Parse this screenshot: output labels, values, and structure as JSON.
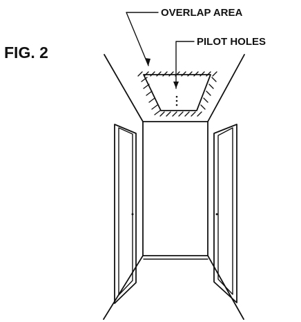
{
  "figure": {
    "title": "FIG. 2",
    "callouts": {
      "overlap_area": "OVERLAP AREA",
      "pilot_holes": "PILOT HOLES"
    }
  }
}
